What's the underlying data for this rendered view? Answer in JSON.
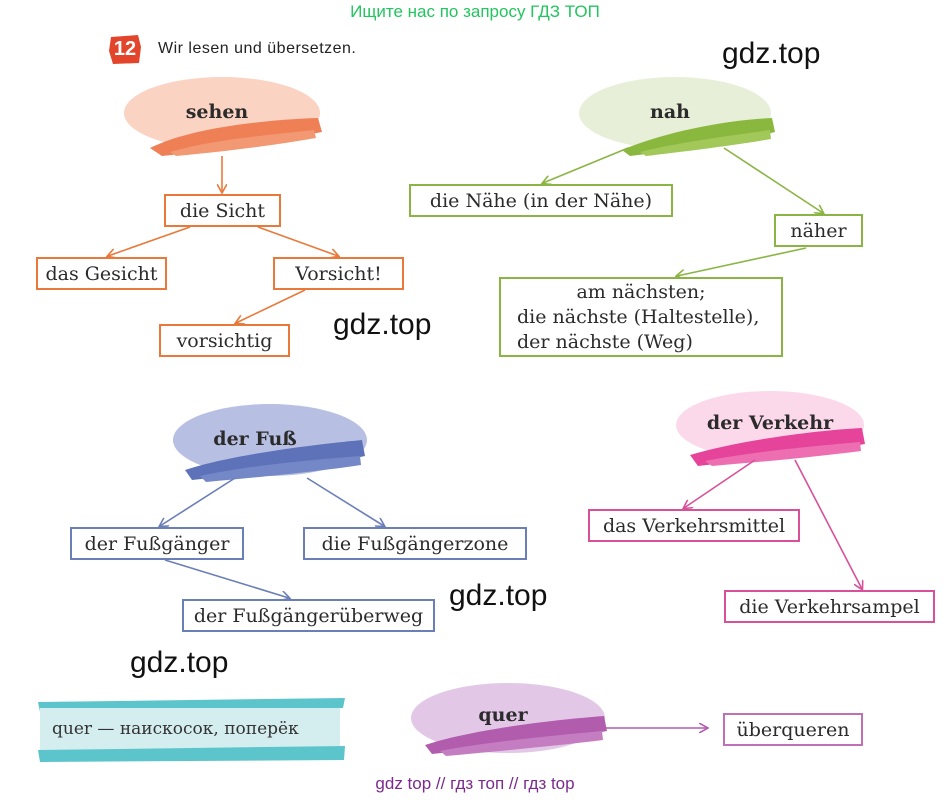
{
  "banner": "Ищите нас по запросу ГДЗ ТОП",
  "task": {
    "number": "12",
    "title": "Wir lesen und übersetzen."
  },
  "watermarks": [
    "gdz.top",
    "gdz.top",
    "gdz.top",
    "gdz.top"
  ],
  "clusters": {
    "sehen": {
      "root": "sehen",
      "sicht": "die Sicht",
      "gesicht": "das Gesicht",
      "vorsicht": "Vorsicht!",
      "vorsichtig": "vorsichtig",
      "color": "#e9793a"
    },
    "nah": {
      "root": "nah",
      "naehe": "die Nähe (in der Nähe)",
      "naeher": "näher",
      "naechsten_lines": [
        "am nächsten;",
        "die nächste (Haltestelle),",
        "der nächste (Weg)"
      ],
      "color": "#8ab544"
    },
    "fuss": {
      "root": "der Fuß",
      "gaenger": "der Fußgänger",
      "zone": "die Fußgängerzone",
      "ueberweg": "der Fußgängerüberweg",
      "color": "#6a7fb8"
    },
    "verkehr": {
      "root": "der Verkehr",
      "mittel": "das Verkehrsmittel",
      "ampel": "die Verkehrsampel",
      "color": "#d9509a"
    },
    "quer": {
      "root": "quer",
      "definition": "quer — наискосок, поперёк",
      "ueberqueren": "überqueren",
      "color": "#b45bad"
    }
  },
  "footer": "gdz top  //  гдз топ  //  гдз top"
}
